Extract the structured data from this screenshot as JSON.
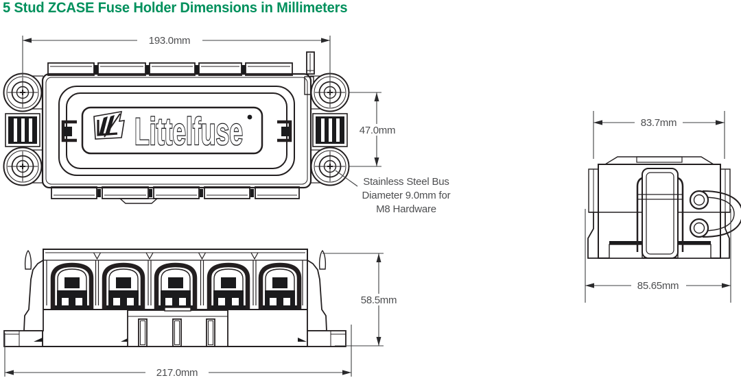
{
  "title": "5 Stud ZCASE Fuse Holder Dimensions in Millimeters",
  "colors": {
    "title_green": "#00905C",
    "drawing_line": "#231F20",
    "dimension_text": "#4D4E50"
  },
  "logo": {
    "brand": "Littelfuse"
  },
  "views": {
    "top": {
      "dim_width": "193.0mm",
      "dim_stud_spacing": "47.0mm",
      "callout": {
        "line1": "Stainless Steel Bus",
        "line2": "Diameter 9.0mm for",
        "line3": "M8 Hardware"
      }
    },
    "front": {
      "dim_height": "58.5mm",
      "dim_width": "217.0mm"
    },
    "side": {
      "dim_top_width": "83.7mm",
      "dim_bottom_width": "85.65mm"
    }
  }
}
